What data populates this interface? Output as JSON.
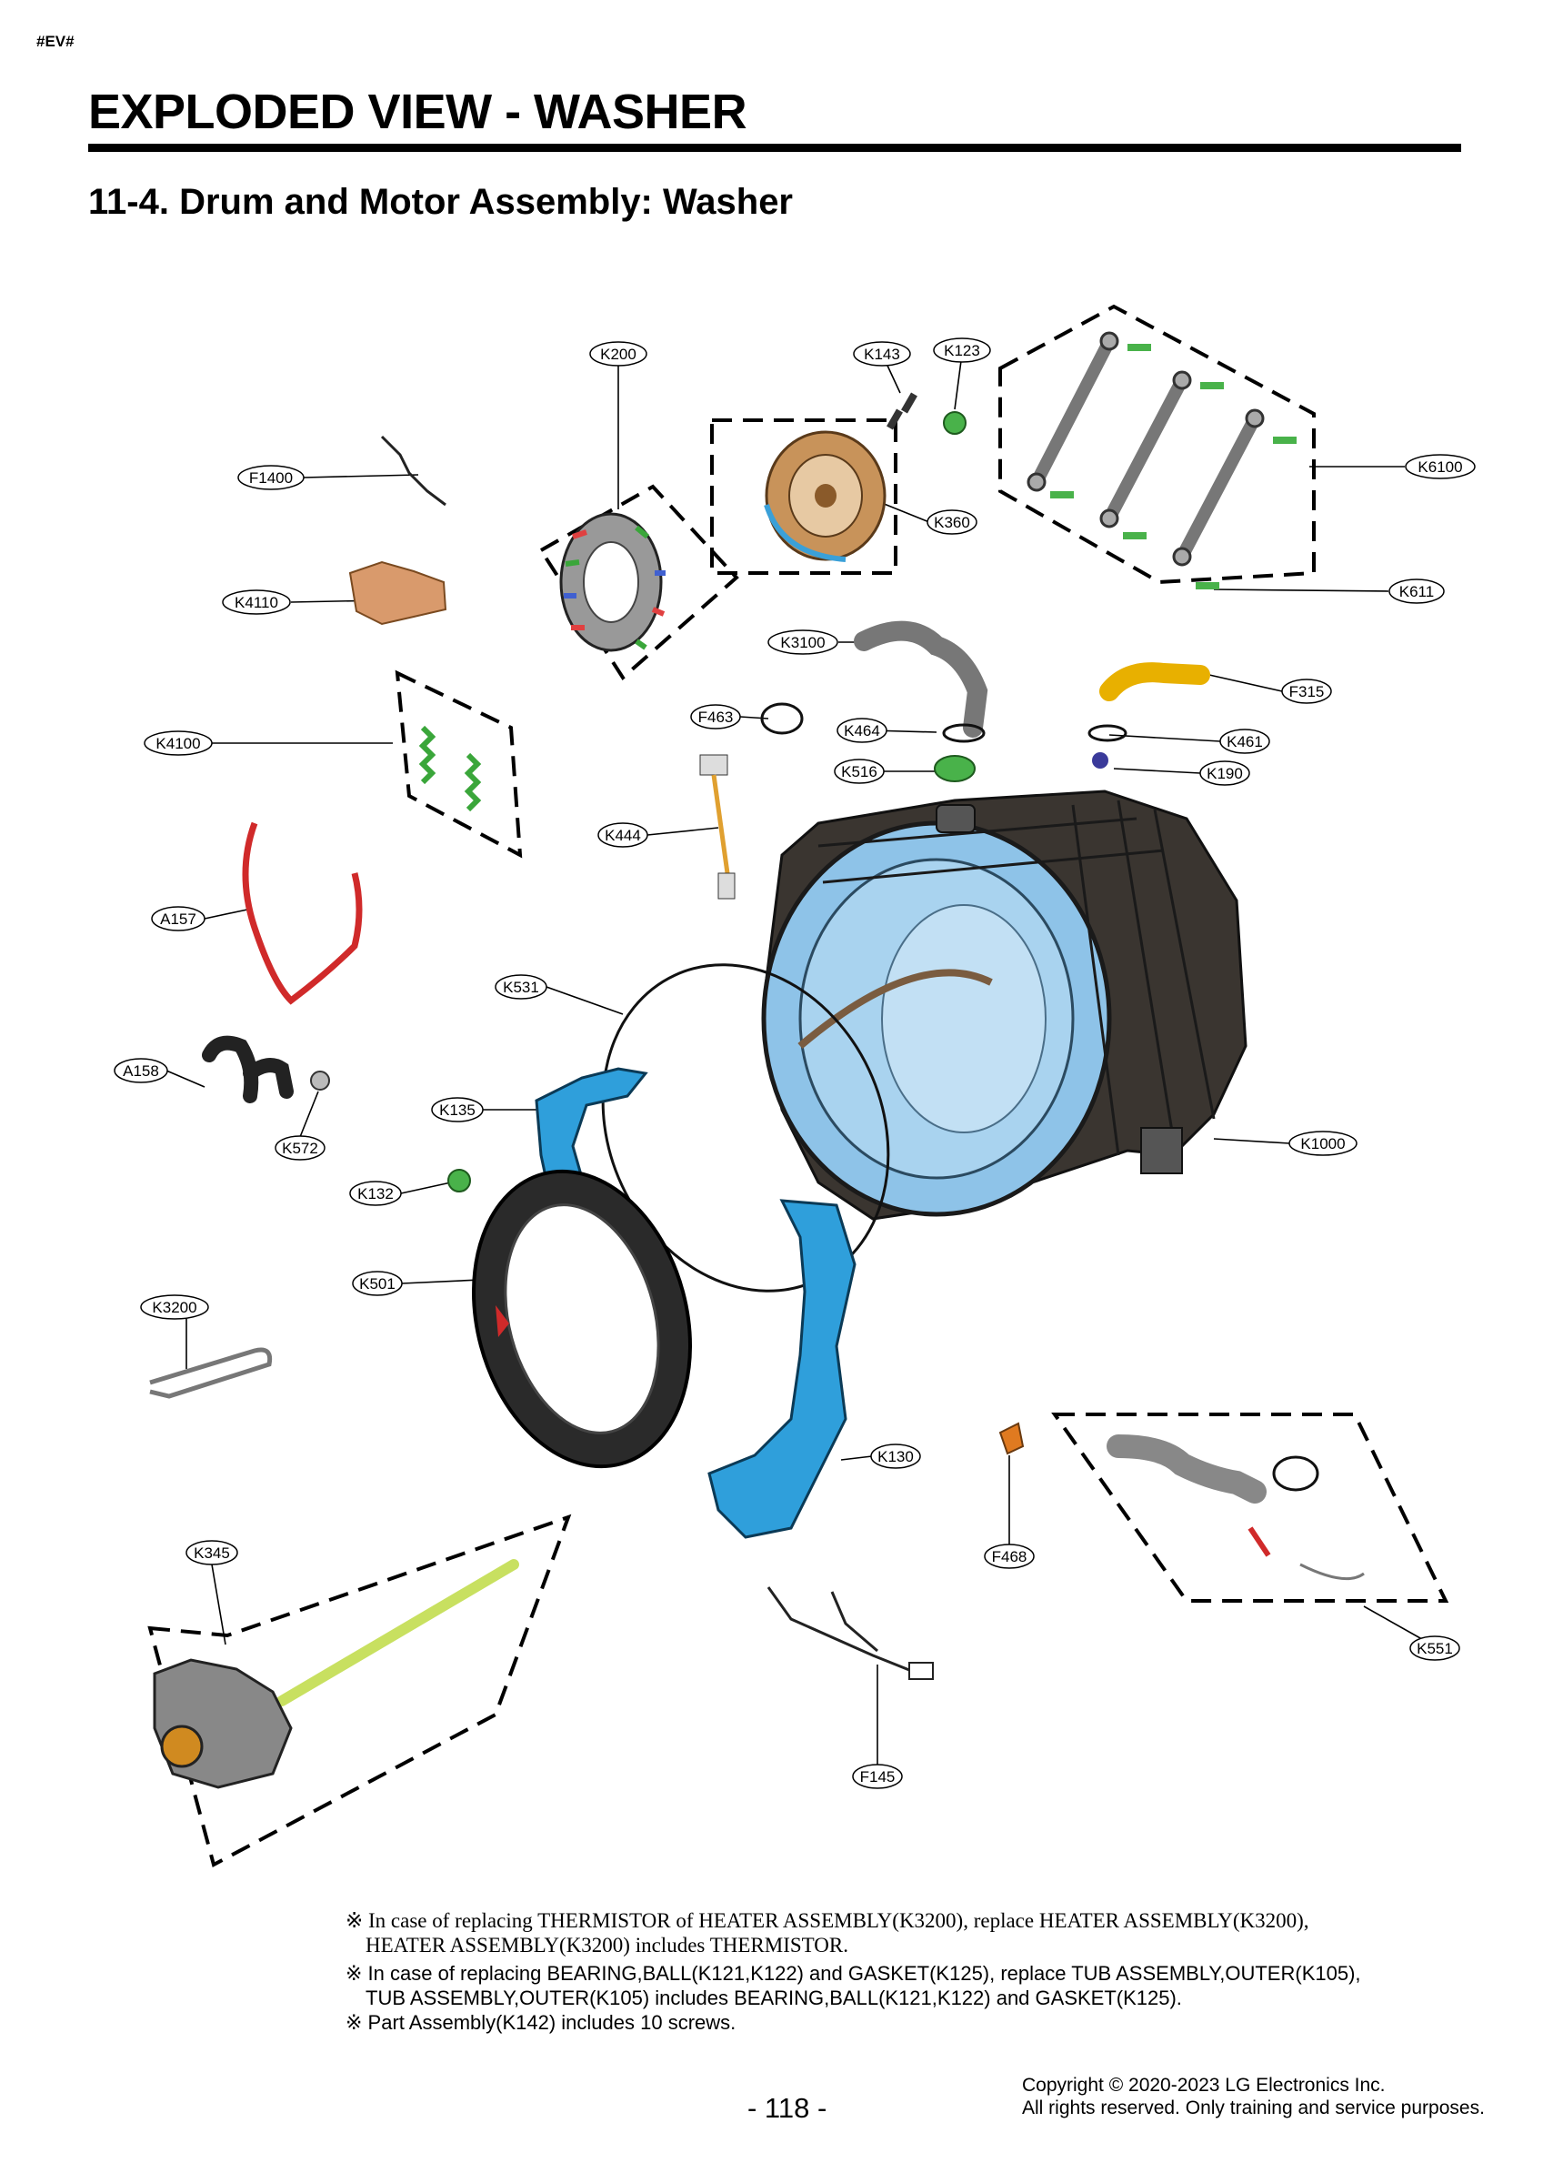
{
  "header": {
    "tag": "#EV#",
    "title": "EXPLODED VIEW - WASHER",
    "subtitle": "11-4. Drum and Motor Assembly: Washer"
  },
  "labels": {
    "K200": "K200",
    "K143": "K143",
    "K123": "K123",
    "K6100": "K6100",
    "F1400": "F1400",
    "K360": "K360",
    "K4110": "K4110",
    "K611": "K611",
    "K3100": "K3100",
    "F315": "F315",
    "F463": "F463",
    "K464": "K464",
    "K461": "K461",
    "K4100": "K4100",
    "K516": "K516",
    "K190": "K190",
    "K444": "K444",
    "A157": "A157",
    "K531": "K531",
    "A158": "A158",
    "K135": "K135",
    "K572": "K572",
    "K1000": "K1000",
    "K132": "K132",
    "K501": "K501",
    "K3200": "K3200",
    "K130": "K130",
    "K345": "K345",
    "F468": "F468",
    "K551": "K551",
    "F145": "F145"
  },
  "notes": {
    "note1_line1": "※ In case of replacing THERMISTOR of HEATER ASSEMBLY(K3200), replace HEATER ASSEMBLY(K3200),",
    "note1_line2": "HEATER ASSEMBLY(K3200) includes THERMISTOR.",
    "note2_line1": "※ In case of replacing BEARING,BALL(K121,K122) and GASKET(K125), replace TUB ASSEMBLY,OUTER(K105),",
    "note2_line2": "TUB ASSEMBLY,OUTER(K105) includes BEARING,BALL(K121,K122) and GASKET(K125).",
    "note3": "※ Part Assembly(K142) includes 10 screws."
  },
  "footer": {
    "page": "- 118 -",
    "copyright_line1": "Copyright © 2020-2023  LG Electronics Inc.",
    "copyright_line2": "All rights reserved. Only training and service purposes."
  },
  "colors": {
    "tub_blue": "#8ec3e8",
    "tub_dark": "#3a3530",
    "frame_blue": "#2f9fdb",
    "spring_green": "#3aa63a",
    "screw_green": "#49b24a",
    "hose_yellow": "#e8b000",
    "heater_green": "#c8e060",
    "ring_red": "#d02a2a",
    "rotor_bronze": "#c8935a",
    "stator_copper": "#d99a6c"
  }
}
